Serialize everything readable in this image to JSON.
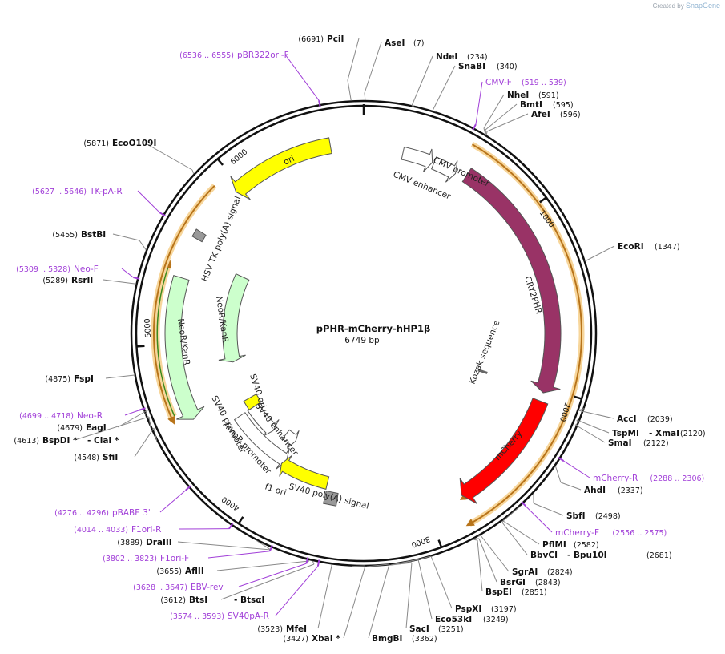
{
  "credit": {
    "prefix": "Created by",
    "brand": "SnapGene"
  },
  "plasmid": {
    "name": "pPHR-mCherry-hHP1β",
    "length_label": "6749 bp",
    "length": 6749
  },
  "ticks": [
    "1000",
    "2000",
    "3000",
    "4000",
    "5000",
    "6000"
  ],
  "sites": [
    {
      "name": "PciI",
      "pos": "(6691)"
    },
    {
      "name": "AseI",
      "pos": "(7)"
    },
    {
      "name": "NdeI",
      "pos": "(234)"
    },
    {
      "name": "SnaBI",
      "pos": "(340)"
    },
    {
      "name": "NheI",
      "pos": "(591)"
    },
    {
      "name": "BmtI",
      "pos": "(595)"
    },
    {
      "name": "AfeI",
      "pos": "(596)"
    },
    {
      "name": "EcoRI",
      "pos": "(1347)"
    },
    {
      "name": "AccI",
      "pos": "(2039)"
    },
    {
      "name": "TspMI",
      "pos": "- XmaI",
      "pos2": "(2120)"
    },
    {
      "name": "SmaI",
      "pos": "(2122)"
    },
    {
      "name": "AhdI",
      "pos": "(2337)"
    },
    {
      "name": "SbfI",
      "pos": "(2498)"
    },
    {
      "name": "PflMI",
      "pos": "(2582)"
    },
    {
      "name": "BbvCI",
      "pos": "- Bpu10I",
      "pos2": "(2681)"
    },
    {
      "name": "SgrAI",
      "pos": "(2824)"
    },
    {
      "name": "BsrGI",
      "pos": "(2843)"
    },
    {
      "name": "BspEI",
      "pos": "(2851)"
    },
    {
      "name": "PspXI",
      "pos": "(3197)"
    },
    {
      "name": "Eco53kI",
      "pos": "(3249)"
    },
    {
      "name": "SacI",
      "pos": "(3251)"
    },
    {
      "name": "BmgBI",
      "pos": "(3362)"
    },
    {
      "name": "XbaI *",
      "pos": "(3427)"
    },
    {
      "name": "MfeI",
      "pos": "(3523)"
    },
    {
      "name": "BtsI",
      "pos": "(3612)",
      "pos2": "- BtsαI"
    },
    {
      "name": "AflII",
      "pos": "(3655)"
    },
    {
      "name": "DraIII",
      "pos": "(3889)"
    },
    {
      "name": "SfiI",
      "pos": "(4548)"
    },
    {
      "name": "BspDI *",
      "pos": "(4613)",
      "pos2": "- ClaI *"
    },
    {
      "name": "EagI",
      "pos": "(4679)"
    },
    {
      "name": "FspI",
      "pos": "(4875)"
    },
    {
      "name": "RsrII",
      "pos": "(5289)"
    },
    {
      "name": "BstBI",
      "pos": "(5455)"
    },
    {
      "name": "EcoO109I",
      "pos": "(5871)"
    }
  ],
  "primers": [
    {
      "name": "pBR322ori-F",
      "pos": "(6536 .. 6555)"
    },
    {
      "name": "CMV-F",
      "pos": "(519 .. 539)"
    },
    {
      "name": "mCherry-R",
      "pos": "(2288 .. 2306)"
    },
    {
      "name": "mCherry-F",
      "pos": "(2556 .. 2575)"
    },
    {
      "name": "pBABE 3'",
      "pos": "(4276 .. 4296)"
    },
    {
      "name": "F1ori-R",
      "pos": "(4014 .. 4033)"
    },
    {
      "name": "F1ori-F",
      "pos": "(3802 .. 3823)"
    },
    {
      "name": "EBV-rev",
      "pos": "(3628 .. 3647)"
    },
    {
      "name": "SV40pA-R",
      "pos": "(3574 .. 3593)"
    },
    {
      "name": "Neo-R",
      "pos": "(4699 .. 4718)"
    },
    {
      "name": "Neo-F",
      "pos": "(5309 .. 5328)"
    },
    {
      "name": "TK-pA-R",
      "pos": "(5627 .. 5646)"
    }
  ],
  "features": [
    {
      "name": "CMV enhancer",
      "color": "#ffffff"
    },
    {
      "name": "CMV promoter",
      "color": "#ffffff"
    },
    {
      "name": "CRY2PHR",
      "color": "#993366"
    },
    {
      "name": "Kozak sequence",
      "color": "#666666"
    },
    {
      "name": "mCherry",
      "color": "#ff0000"
    },
    {
      "name": "ori",
      "color": "#ffff00"
    },
    {
      "name": "HSV TK poly(A) signal",
      "color": "#999999"
    },
    {
      "name": "NeoR/KanR",
      "color": "#ccffcc"
    },
    {
      "name": "NeoR/KanR",
      "color": "#ccffcc"
    },
    {
      "name": "SV40 ori",
      "color": "#ffff00"
    },
    {
      "name": "SV40 enhancer",
      "color": "#ffffff"
    },
    {
      "name": "SV40 promoter",
      "color": "#ffffff"
    },
    {
      "name": "AmpR promoter",
      "color": "#ffffff"
    },
    {
      "name": "f1 ori",
      "color": "#ffff00"
    },
    {
      "name": "SV40 poly(A) signal",
      "color": "#999999"
    }
  ],
  "colors": {
    "primer": "#a13fd8",
    "orf_glow": "#f7d69b",
    "orf_line": "#b8741a",
    "orf_green": "#3c8b1e",
    "backbone": "#111111"
  }
}
